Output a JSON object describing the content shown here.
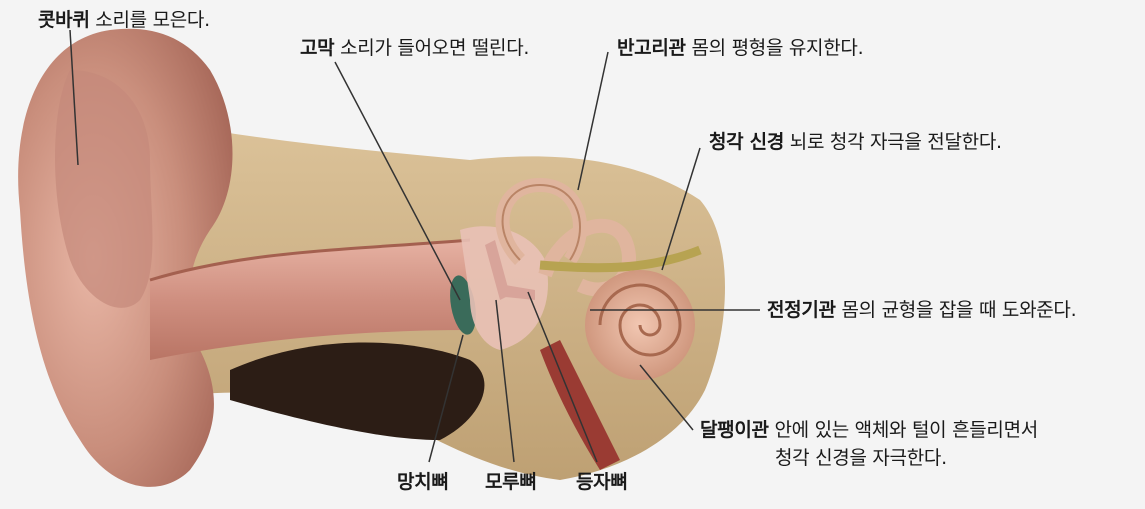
{
  "labels": {
    "auricle": {
      "term": "콧바퀴",
      "desc": "소리를 모은다."
    },
    "eardrum": {
      "term": "고막",
      "desc": "소리가 들어오면 떨린다."
    },
    "semicircular": {
      "term": "반고리관",
      "desc": "몸의 평형을 유지한다."
    },
    "auditory_nerve": {
      "term": "청각 신경",
      "desc": "뇌로 청각 자극을 전달한다."
    },
    "vestibule": {
      "term": "전정기관",
      "desc": "몸의 균형을 잡을 때 도와준다."
    },
    "cochlea": {
      "term": "달팽이관",
      "desc": "안에 있는 액체와 털이 흔들리면서",
      "desc2": "청각 신경을 자극한다."
    },
    "malleus": {
      "term": "망치뼈"
    },
    "incus": {
      "term": "모루뼈"
    },
    "stapes": {
      "term": "등자뼈"
    }
  }
}
